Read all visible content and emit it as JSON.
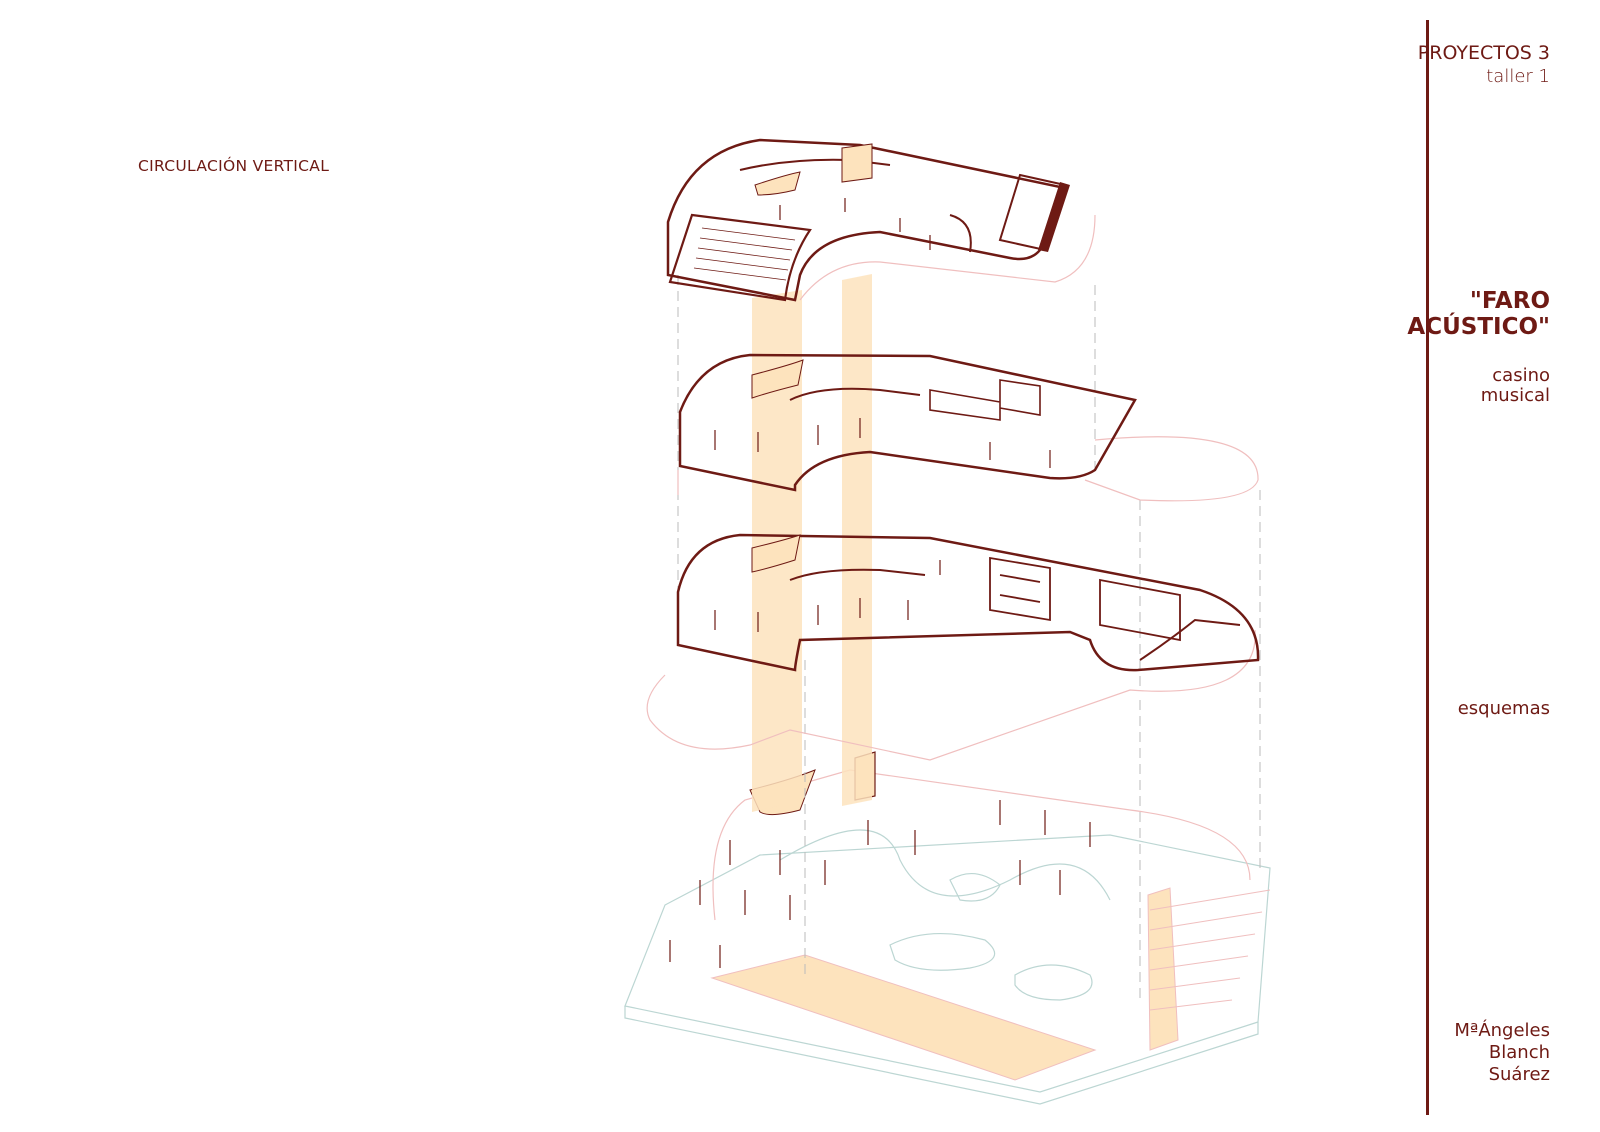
{
  "header": {
    "course": "PROYECTOS 3",
    "workshop": "taller 1"
  },
  "section_title": "CIRCULACIÓN VERTICAL",
  "project": {
    "title": "\"FARO\nACÚSTICO\"",
    "subtitle": "casino\nmusical"
  },
  "sheet_type": "esquemas",
  "author": "MªÁngeles\nBlanch\nSuárez",
  "colors": {
    "accent": "#6e1a14",
    "ghost_line": "#f0bfbf",
    "ground_line": "#bcd6d3",
    "circulation_fill": "#fde3bd"
  }
}
